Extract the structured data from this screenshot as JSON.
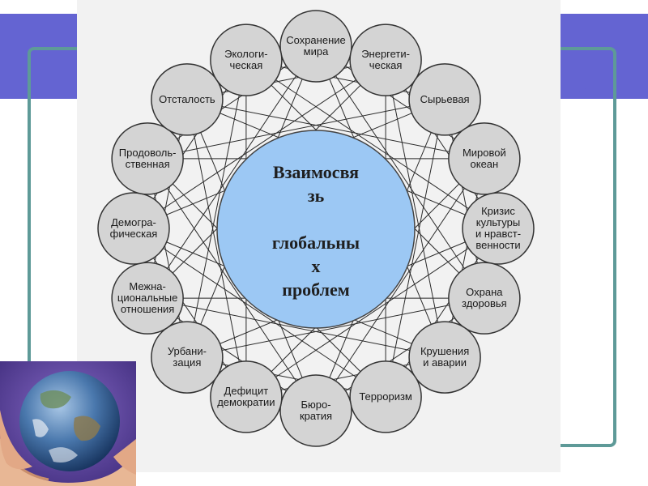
{
  "slide": {
    "accent_color": "#6464d2",
    "frame_color": "#5e9a98",
    "center_fill": "#9cc8f4",
    "node_fill": "#d4d4d4"
  },
  "diagram": {
    "center_text": "Взаимосвя\nзь\n\nглобальны\nх\nпроблем",
    "nodes": [
      "Сохранение\nмира",
      "Энергети-\nческая",
      "Сырьевая",
      "Мировой\nокеан",
      "Кризис\nкультуры\nи нравст-\nвенности",
      "Охрана\nздоровья",
      "Крушения\nи аварии",
      "Терроризм",
      "Бюро-\nкратия",
      "Дефицит\nдемократии",
      "Урбани-\nзация",
      "Межна-\nциональные\nотношения",
      "Демогра-\nфическая",
      "Продоволь-\nственная",
      "Отсталость",
      "Экологи-\nческая"
    ]
  },
  "illustration": {
    "icon": "globe-in-hands-icon"
  }
}
